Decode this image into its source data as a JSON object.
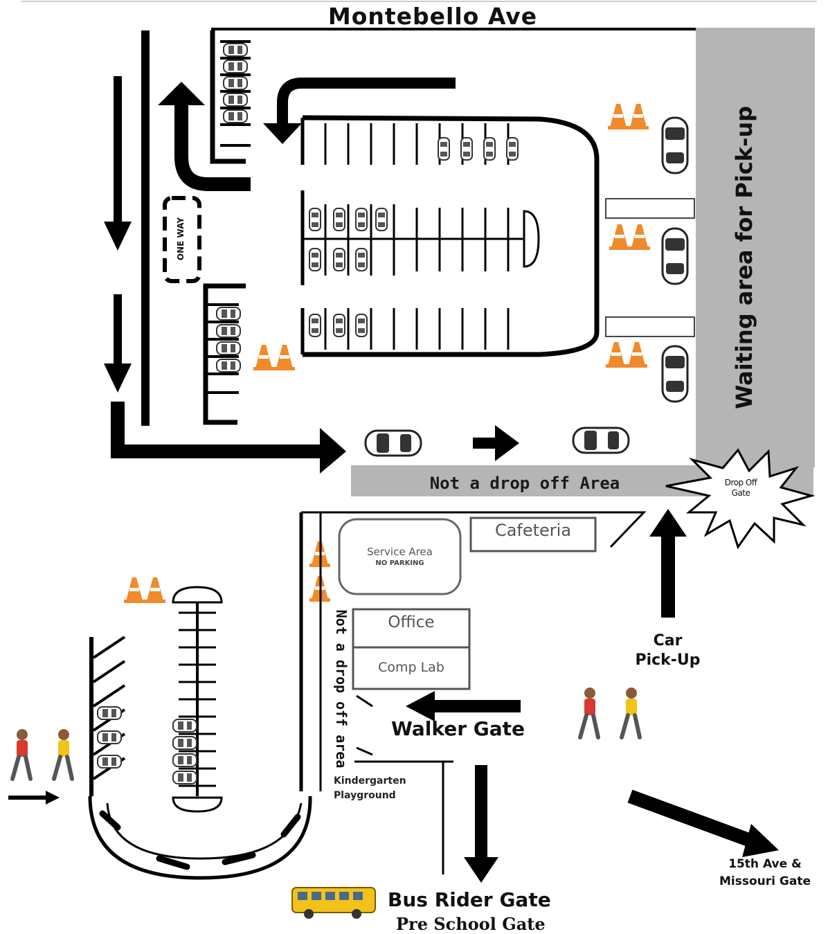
{
  "street": {
    "name": "Montebello Ave"
  },
  "areas": {
    "waiting": "Waiting area for Pick-up",
    "no_drop_off_horizontal": "Not a drop off Area",
    "no_drop_off_vertical": "Not a drop off area",
    "one_way": "ONE WAY"
  },
  "buildings": {
    "cafeteria": "Cafeteria",
    "service_area": "Service Area",
    "no_parking": "NO PARKING",
    "office": "Office",
    "comp_lab": "Comp Lab",
    "kindergarten_line1": "Kindergarten",
    "kindergarten_line2": "Playground"
  },
  "gates": {
    "drop_off_line1": "Drop Off",
    "drop_off_line2": "Gate",
    "car_pickup_line1": "Car",
    "car_pickup_line2": "Pick-Up",
    "walker": "Walker Gate",
    "bus_rider": "Bus Rider Gate",
    "pre_school": "Pre School Gate",
    "ave15_line1": "15th Ave &",
    "ave15_line2": "Missouri Gate"
  },
  "colors": {
    "road_gray": "#b5b5b5",
    "cone_orange": "#f08a2a",
    "bus_yellow": "#f2c21b",
    "walker_red": "#d73a2f",
    "walker_yellow": "#f0c419",
    "line_black": "#000000"
  }
}
